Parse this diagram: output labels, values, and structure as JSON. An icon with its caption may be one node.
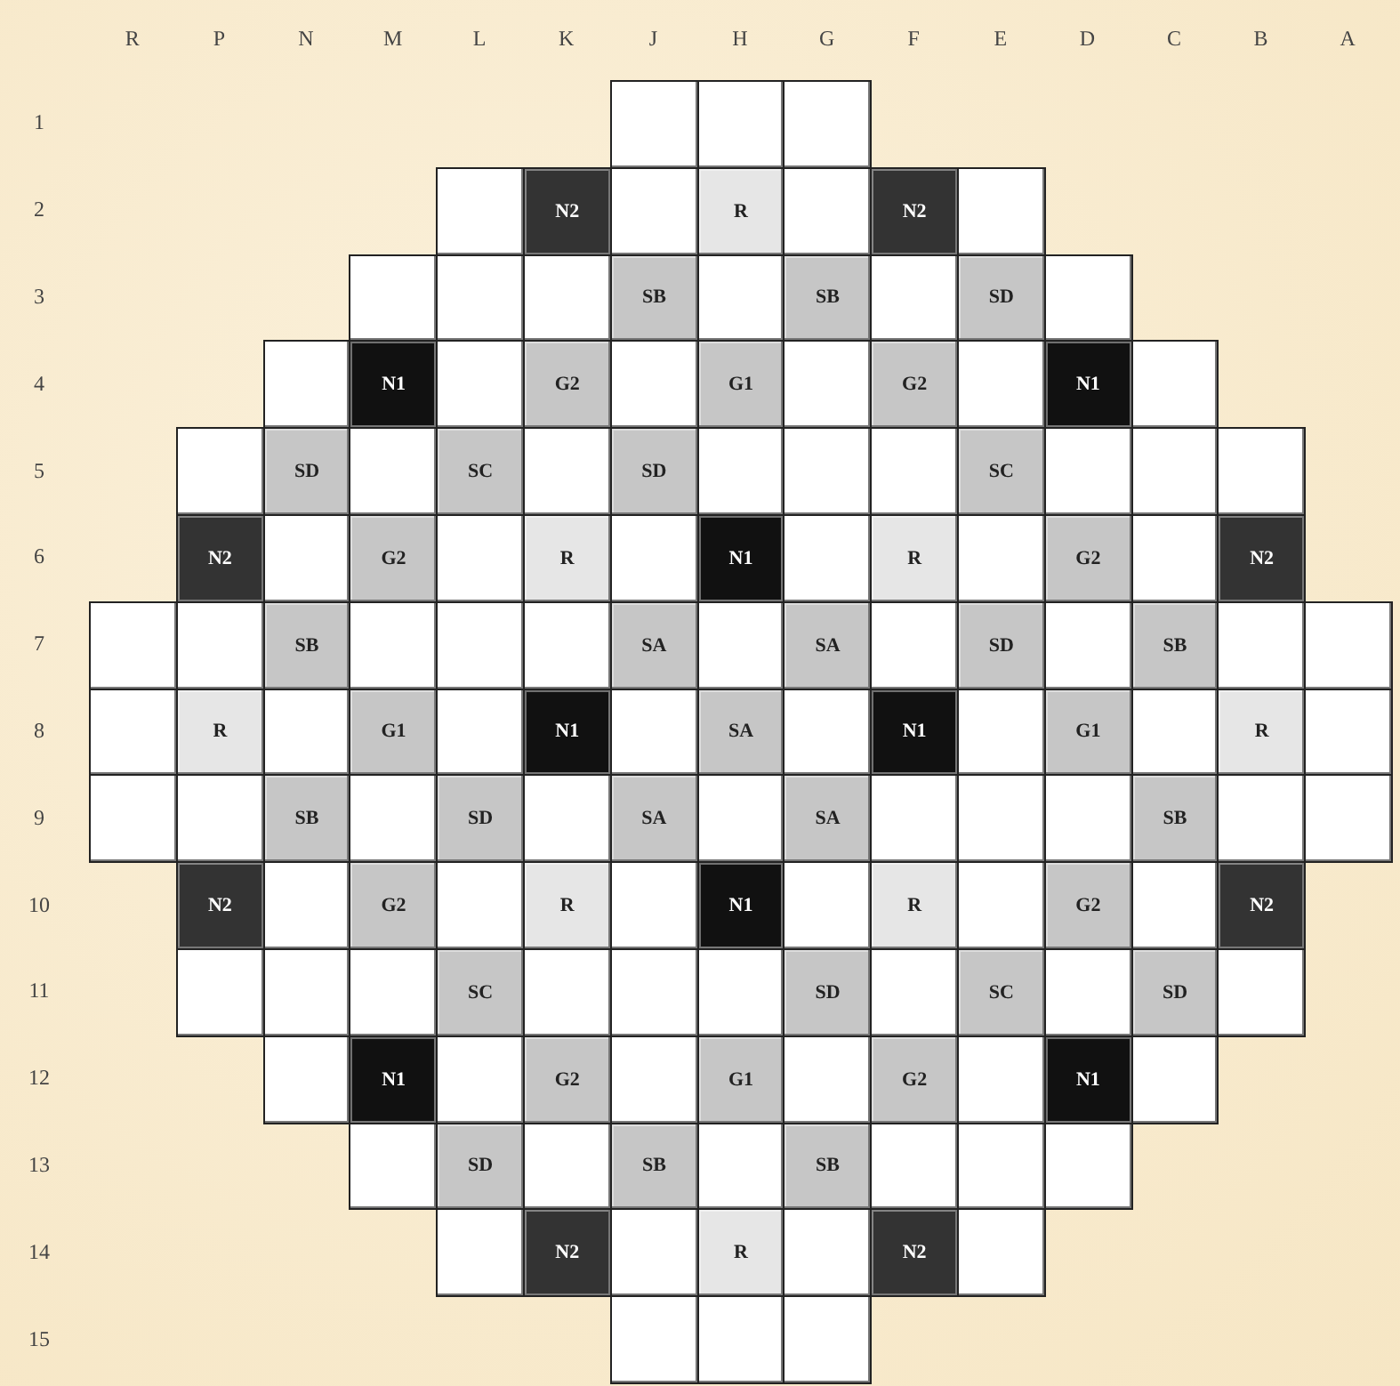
{
  "diagram": {
    "nodes": [
      {
        "text": [],
        "shape": "box"
      },
      {
        "text": [],
        "shape": "box"
      },
      {
        "text": [],
        "shape": "box"
      },
      {
        "text": [],
        "shape": "box"
      },
      {
        "text": [
          "N2"
        ]
      },
      {
        "text": [],
        "shape": "box"
      },
      {
        "text": [
          "R"
        ]
      },
      {
        "text": [],
        "shape": "box"
      },
      {
        "text": [
          "N2"
        ]
      },
      {
        "text": [],
        "shape": "box"
      },
      {
        "text": [],
        "shape": "box"
      },
      {
        "text": [],
        "shape": "box"
      },
      {
        "text": [],
        "shape": "box"
      },
      {
        "text": [
          "SB"
        ]
      },
      {
        "text": [],
        "shape": "box"
      },
      {
        "text": [
          "SB"
        ]
      },
      {
        "text": [],
        "shape": "box"
      },
      {
        "text": [
          "SD"
        ]
      },
      {
        "text": [],
        "shape": "box"
      },
      {
        "text": [],
        "shape": "box"
      },
      {
        "text": [
          "N1"
        ]
      },
      {
        "text": [],
        "shape": "box"
      },
      {
        "text": [
          "G2"
        ]
      },
      {
        "text": [],
        "shape": "box"
      },
      {
        "text": [
          "G1"
        ]
      },
      {
        "text": [],
        "shape": "box"
      },
      {
        "text": [
          "G2"
        ]
      },
      {
        "text": [],
        "shape": "box"
      },
      {
        "text": [
          "N1"
        ]
      },
      {
        "text": [],
        "shape": "box"
      },
      {
        "text": [],
        "shape": "box"
      },
      {
        "text": [
          "SD"
        ]
      },
      {
        "text": [],
        "shape": "box"
      },
      {
        "text": [
          "SC"
        ]
      },
      {
        "text": [],
        "shape": "box"
      },
      {
        "text": [
          "SD"
        ]
      },
      {
        "text": [],
        "shape": "box"
      },
      {
        "text": [],
        "shape": "box"
      },
      {
        "text": [],
        "shape": "box"
      },
      {
        "text": [
          "SC"
        ]
      },
      {
        "text": [],
        "shape": "box"
      },
      {
        "text": [],
        "shape": "box"
      },
      {
        "text": [],
        "shape": "box"
      },
      {
        "text": [
          "N2"
        ]
      },
      {
        "text": [],
        "shape": "box"
      },
      {
        "text": [
          "G2"
        ]
      },
      {
        "text": [],
        "shape": "box"
      },
      {
        "text": [
          "R"
        ]
      },
      {
        "text": [],
        "shape": "box"
      },
      {
        "text": [
          "N1"
        ]
      },
      {
        "text": [],
        "shape": "box"
      },
      {
        "text": [
          "R"
        ]
      },
      {
        "text": [],
        "shape": "box"
      },
      {
        "text": [
          "G2"
        ]
      },
      {
        "text": [],
        "shape": "box"
      },
      {
        "text": [
          "N2"
        ]
      },
      {
        "text": [],
        "shape": "box"
      },
      {
        "text": [],
        "shape": "box"
      },
      {
        "text": [
          "SB"
        ]
      },
      {
        "text": [],
        "shape": "box"
      },
      {
        "text": [],
        "shape": "box"
      },
      {
        "text": [],
        "shape": "box"
      },
      {
        "text": [
          "SA"
        ]
      },
      {
        "text": [],
        "shape": "box"
      },
      {
        "text": [
          "SA"
        ]
      },
      {
        "text": [],
        "shape": "box"
      },
      {
        "text": [
          "SD"
        ]
      },
      {
        "text": [],
        "shape": "box"
      },
      {
        "text": [
          "SB"
        ]
      },
      {
        "text": [],
        "shape": "box"
      },
      {
        "text": [],
        "shape": "box"
      },
      {
        "text": [],
        "shape": "box"
      },
      {
        "text": [
          "R"
        ]
      },
      {
        "text": [],
        "shape": "box"
      },
      {
        "text": [
          "G1"
        ]
      },
      {
        "text": [],
        "shape": "box"
      },
      {
        "text": [
          "N1"
        ]
      },
      {
        "text": [],
        "shape": "box"
      },
      {
        "text": [
          "SA"
        ]
      },
      {
        "text": [],
        "shape": "box"
      },
      {
        "text": [
          "N1"
        ]
      },
      {
        "text": [],
        "shape": "box"
      },
      {
        "text": [
          "G1"
        ]
      },
      {
        "text": [],
        "shape": "box"
      },
      {
        "text": [
          "R"
        ]
      },
      {
        "text": [],
        "shape": "box"
      },
      {
        "text": [],
        "shape": "box"
      },
      {
        "text": [],
        "shape": "box"
      },
      {
        "text": [
          "SB"
        ]
      },
      {
        "text": [],
        "shape": "box"
      },
      {
        "text": [
          "SD"
        ]
      },
      {
        "text": [],
        "shape": "box"
      },
      {
        "text": [
          "SA"
        ]
      },
      {
        "text": [],
        "shape": "box"
      },
      {
        "text": [
          "SA"
        ]
      },
      {
        "text": [],
        "shape": "box"
      },
      {
        "text": [],
        "shape": "box"
      },
      {
        "text": [],
        "shape": "box"
      },
      {
        "text": [
          "SB"
        ]
      },
      {
        "text": [],
        "shape": "box"
      },
      {
        "text": [],
        "shape": "box"
      },
      {
        "text": [
          "N2"
        ]
      },
      {
        "text": [],
        "shape": "box"
      },
      {
        "text": [
          "G2"
        ]
      },
      {
        "text": [],
        "shape": "box"
      },
      {
        "text": [
          "R"
        ]
      },
      {
        "text": [],
        "shape": "box"
      },
      {
        "text": [
          "N1"
        ]
      },
      {
        "text": [],
        "shape": "box"
      },
      {
        "text": [
          "R"
        ]
      },
      {
        "text": [],
        "shape": "box"
      },
      {
        "text": [
          "G2"
        ]
      },
      {
        "text": [],
        "shape": "box"
      },
      {
        "text": [
          "N2"
        ]
      },
      {
        "text": [],
        "shape": "box"
      },
      {
        "text": [],
        "shape": "box"
      },
      {
        "text": [],
        "shape": "box"
      },
      {
        "text": [
          "SC"
        ]
      },
      {
        "text": [],
        "shape": "box"
      },
      {
        "text": [],
        "shape": "box"
      },
      {
        "text": [],
        "shape": "box"
      },
      {
        "text": [
          "SD"
        ]
      },
      {
        "text": [],
        "shape": "box"
      },
      {
        "text": [
          "SC"
        ]
      },
      {
        "text": [],
        "shape": "box"
      },
      {
        "text": [
          "SD"
        ]
      },
      {
        "text": [],
        "shape": "box"
      },
      {
        "text": [],
        "shape": "box"
      },
      {
        "text": [
          "N1"
        ]
      },
      {
        "text": [],
        "shape": "box"
      },
      {
        "text": [
          "G2"
        ]
      },
      {
        "text": [],
        "shape": "box"
      },
      {
        "text": [
          "G1"
        ]
      },
      {
        "text": [],
        "shape": "box"
      },
      {
        "text": [
          "G2"
        ]
      },
      {
        "text": [],
        "shape": "box"
      },
      {
        "text": [
          "N1"
        ]
      },
      {
        "text": [],
        "shape": "box"
      },
      {
        "text": [],
        "shape": "box"
      },
      {
        "text": [
          "SD"
        ]
      },
      {
        "text": [],
        "shape": "box"
      },
      {
        "text": [
          "SB"
        ]
      },
      {
        "text": [],
        "shape": "box"
      },
      {
        "text": [
          "SB"
        ]
      },
      {
        "text": [],
        "shape": "box"
      },
      {
        "text": [],
        "shape": "box"
      },
      {
        "text": [],
        "shape": "box"
      },
      {
        "text": [],
        "shape": "box"
      },
      {
        "text": [
          "N2"
        ]
      },
      {
        "text": [],
        "shape": "box"
      },
      {
        "text": [
          "R"
        ]
      },
      {
        "text": [],
        "shape": "box"
      },
      {
        "text": [
          "N2"
        ]
      },
      {
        "text": [],
        "shape": "box"
      },
      {
        "text": [],
        "shape": "box"
      },
      {
        "text": [],
        "shape": "box"
      },
      {
        "text": [],
        "shape": "box"
      }
    ],
    "labels": [
      "R",
      "P",
      "N",
      "M",
      "L",
      "K",
      "J",
      "H",
      "G",
      "F",
      "E",
      "D",
      "C",
      "B",
      "A",
      "1",
      "2",
      "3",
      "4",
      "5",
      "6",
      "7",
      "8",
      "9",
      "10",
      "11",
      "12",
      "13",
      "14",
      "15"
    ]
  }
}
